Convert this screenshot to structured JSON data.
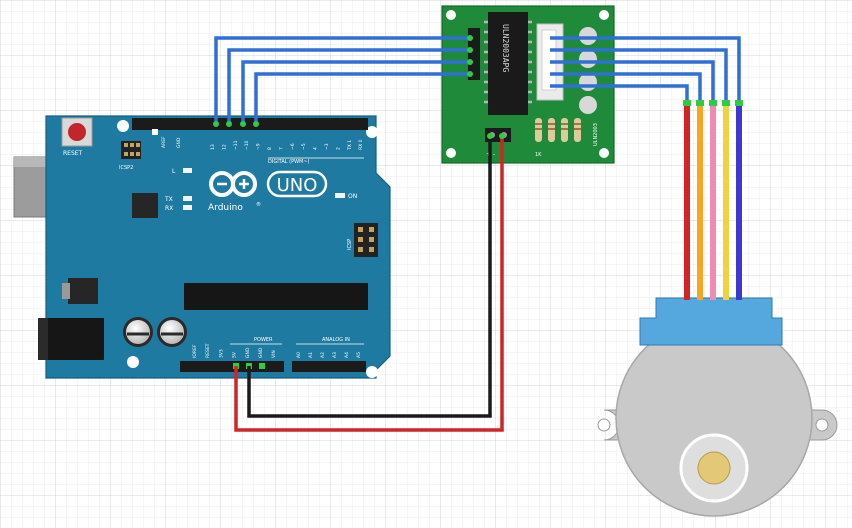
{
  "arduino": {
    "model": "UNO",
    "brand": "Arduino",
    "trademark": "®",
    "reset_label": "RESET",
    "icsp2_label": "ICSP2",
    "icsp_label": "ICSP",
    "led_l": "L",
    "led_tx": "TX",
    "led_rx": "RX",
    "on_label": "ON",
    "digital_label": "DIGITAL (PWM~)",
    "power_label": "POWER",
    "analog_label": "ANALOG IN",
    "aref_label": "AREF",
    "gnd_label": "GND",
    "digital_pins": [
      "13",
      "12",
      "~11",
      "~10",
      "~9",
      "8",
      "7",
      "~6",
      "~5",
      "4",
      "~3",
      "2",
      "TX 1",
      "RX 0"
    ],
    "power_pins": [
      "IOREF",
      "RESET",
      "3V3",
      "5V",
      "GND",
      "GND",
      "VIN"
    ],
    "analog_pins": [
      "A0",
      "A1",
      "A2",
      "A3",
      "A4",
      "A5"
    ]
  },
  "driver": {
    "chip_label": "ULN2003APG",
    "resistor_label": "1K",
    "header_label": "+  -",
    "board_label": "ULN2003"
  },
  "wire_colors": {
    "blue": "#2f6fd6",
    "red": "#d32424",
    "black": "#1a1a1a",
    "orange": "#f5a623",
    "pink": "#f08cb2",
    "yellow": "#f0d23c",
    "purple": "#3a3ad0"
  },
  "colors": {
    "arduino_board": "#1f7aa2",
    "driver_board": "#1f8a3a",
    "motor_body": "#c9c9c9",
    "motor_connector": "#55a8de"
  }
}
